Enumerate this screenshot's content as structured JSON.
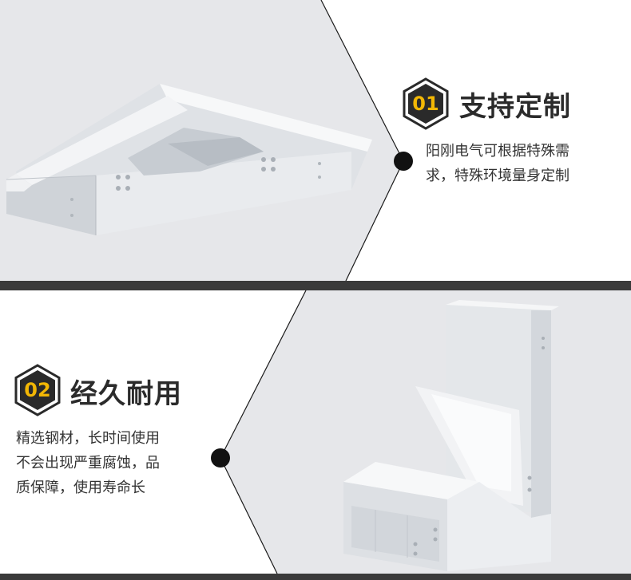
{
  "sections": [
    {
      "number": "01",
      "title": "支持定制",
      "lines": [
        "阳刚电气可根据特殊需",
        "求，特殊环境量身定制"
      ]
    },
    {
      "number": "02",
      "title": "经久耐用",
      "lines": [
        "精选钢材，长时间使用",
        "不会出现严重腐蚀，品",
        "质保障，使用寿命长"
      ]
    }
  ],
  "colors": {
    "panel_bg": "#e6e7ea",
    "divider": "#3a3a3a",
    "badge_dark": "#2a2a2a",
    "badge_number": "#f2b705"
  }
}
